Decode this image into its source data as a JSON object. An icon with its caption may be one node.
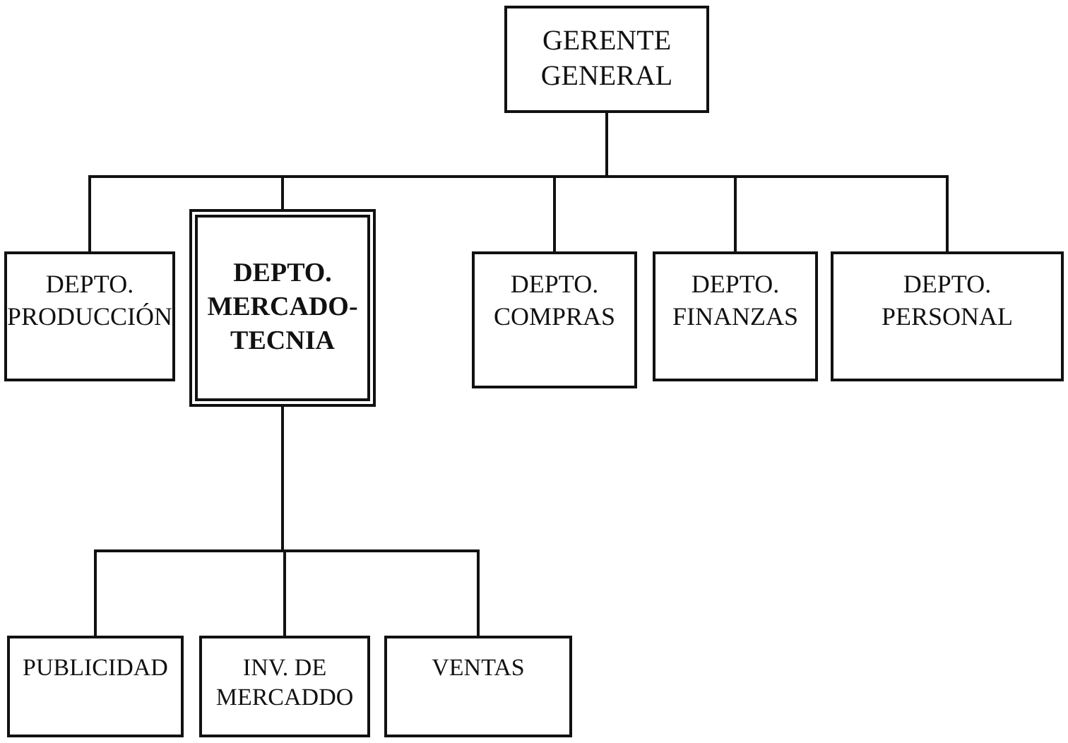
{
  "diagram": {
    "nodes": [
      {
        "text": [
          "GERENTE GENERAL"
        ]
      },
      {
        "text": [
          "DEPTO. PRODUCCIÓN"
        ]
      },
      {
        "text": [
          "DEPTO. MERCADO-TECNIA"
        ]
      },
      {
        "text": [
          "DEPTO. COMPRAS"
        ]
      },
      {
        "text": [
          "DEPTO. FINANZAS"
        ]
      },
      {
        "text": [
          "DEPTO. PERSONAL"
        ]
      },
      {
        "text": [
          "PUBLICIDAD"
        ]
      },
      {
        "text": [
          "INV. DE MERCADDO"
        ]
      },
      {
        "text": [
          "VENTAS"
        ]
      }
    ],
    "edges": [
      {
        "from": 0,
        "to": 1,
        "arrow": "none"
      },
      {
        "from": 0,
        "to": 2,
        "arrow": "none"
      },
      {
        "from": 0,
        "to": 3,
        "arrow": "none"
      },
      {
        "from": 0,
        "to": 4,
        "arrow": "none"
      },
      {
        "from": 0,
        "to": 5,
        "arrow": "none"
      },
      {
        "from": 2,
        "to": 6,
        "arrow": "none"
      },
      {
        "from": 2,
        "to": 7,
        "arrow": "none"
      },
      {
        "from": 2,
        "to": 8,
        "arrow": "none"
      }
    ]
  }
}
